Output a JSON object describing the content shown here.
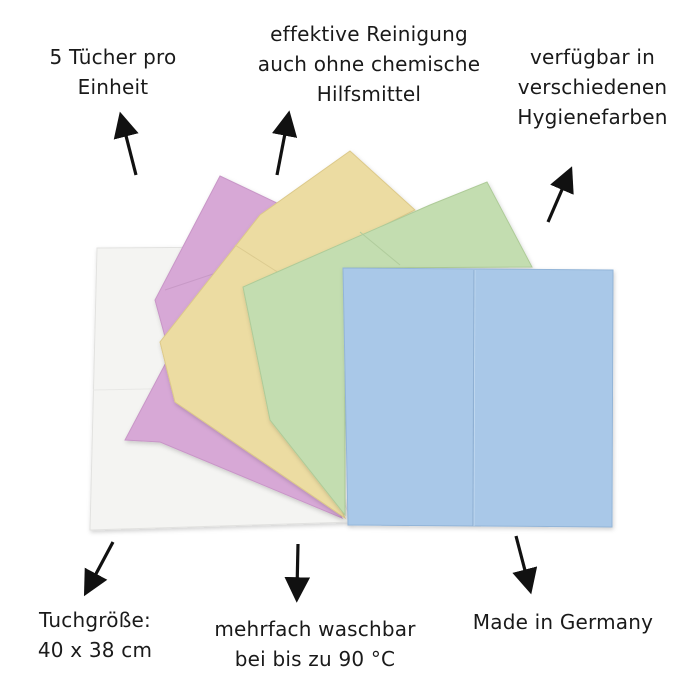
{
  "features": {
    "pieces": [
      "5 Tücher pro",
      "Einheit"
    ],
    "cleaning": [
      "effektive Reinigung",
      "auch ohne chemische",
      "Hilfsmittel"
    ],
    "colors": [
      "verfügbar in",
      "verschiedenen",
      "Hygienefarben"
    ],
    "size": [
      "Tuchgröße:",
      "40 x 38 cm"
    ],
    "washable": [
      "mehrfach waschbar",
      "bei bis zu 90 °C"
    ],
    "origin": [
      "Made in Germany"
    ]
  },
  "cloth_colors": {
    "white": "#f4f4f2",
    "pink": "#d7a8d6",
    "yellow": "#ecdca2",
    "green": "#c3ddb0",
    "blue": "#a9c8e8"
  },
  "icons": {
    "arrow": "arrow-icon"
  }
}
